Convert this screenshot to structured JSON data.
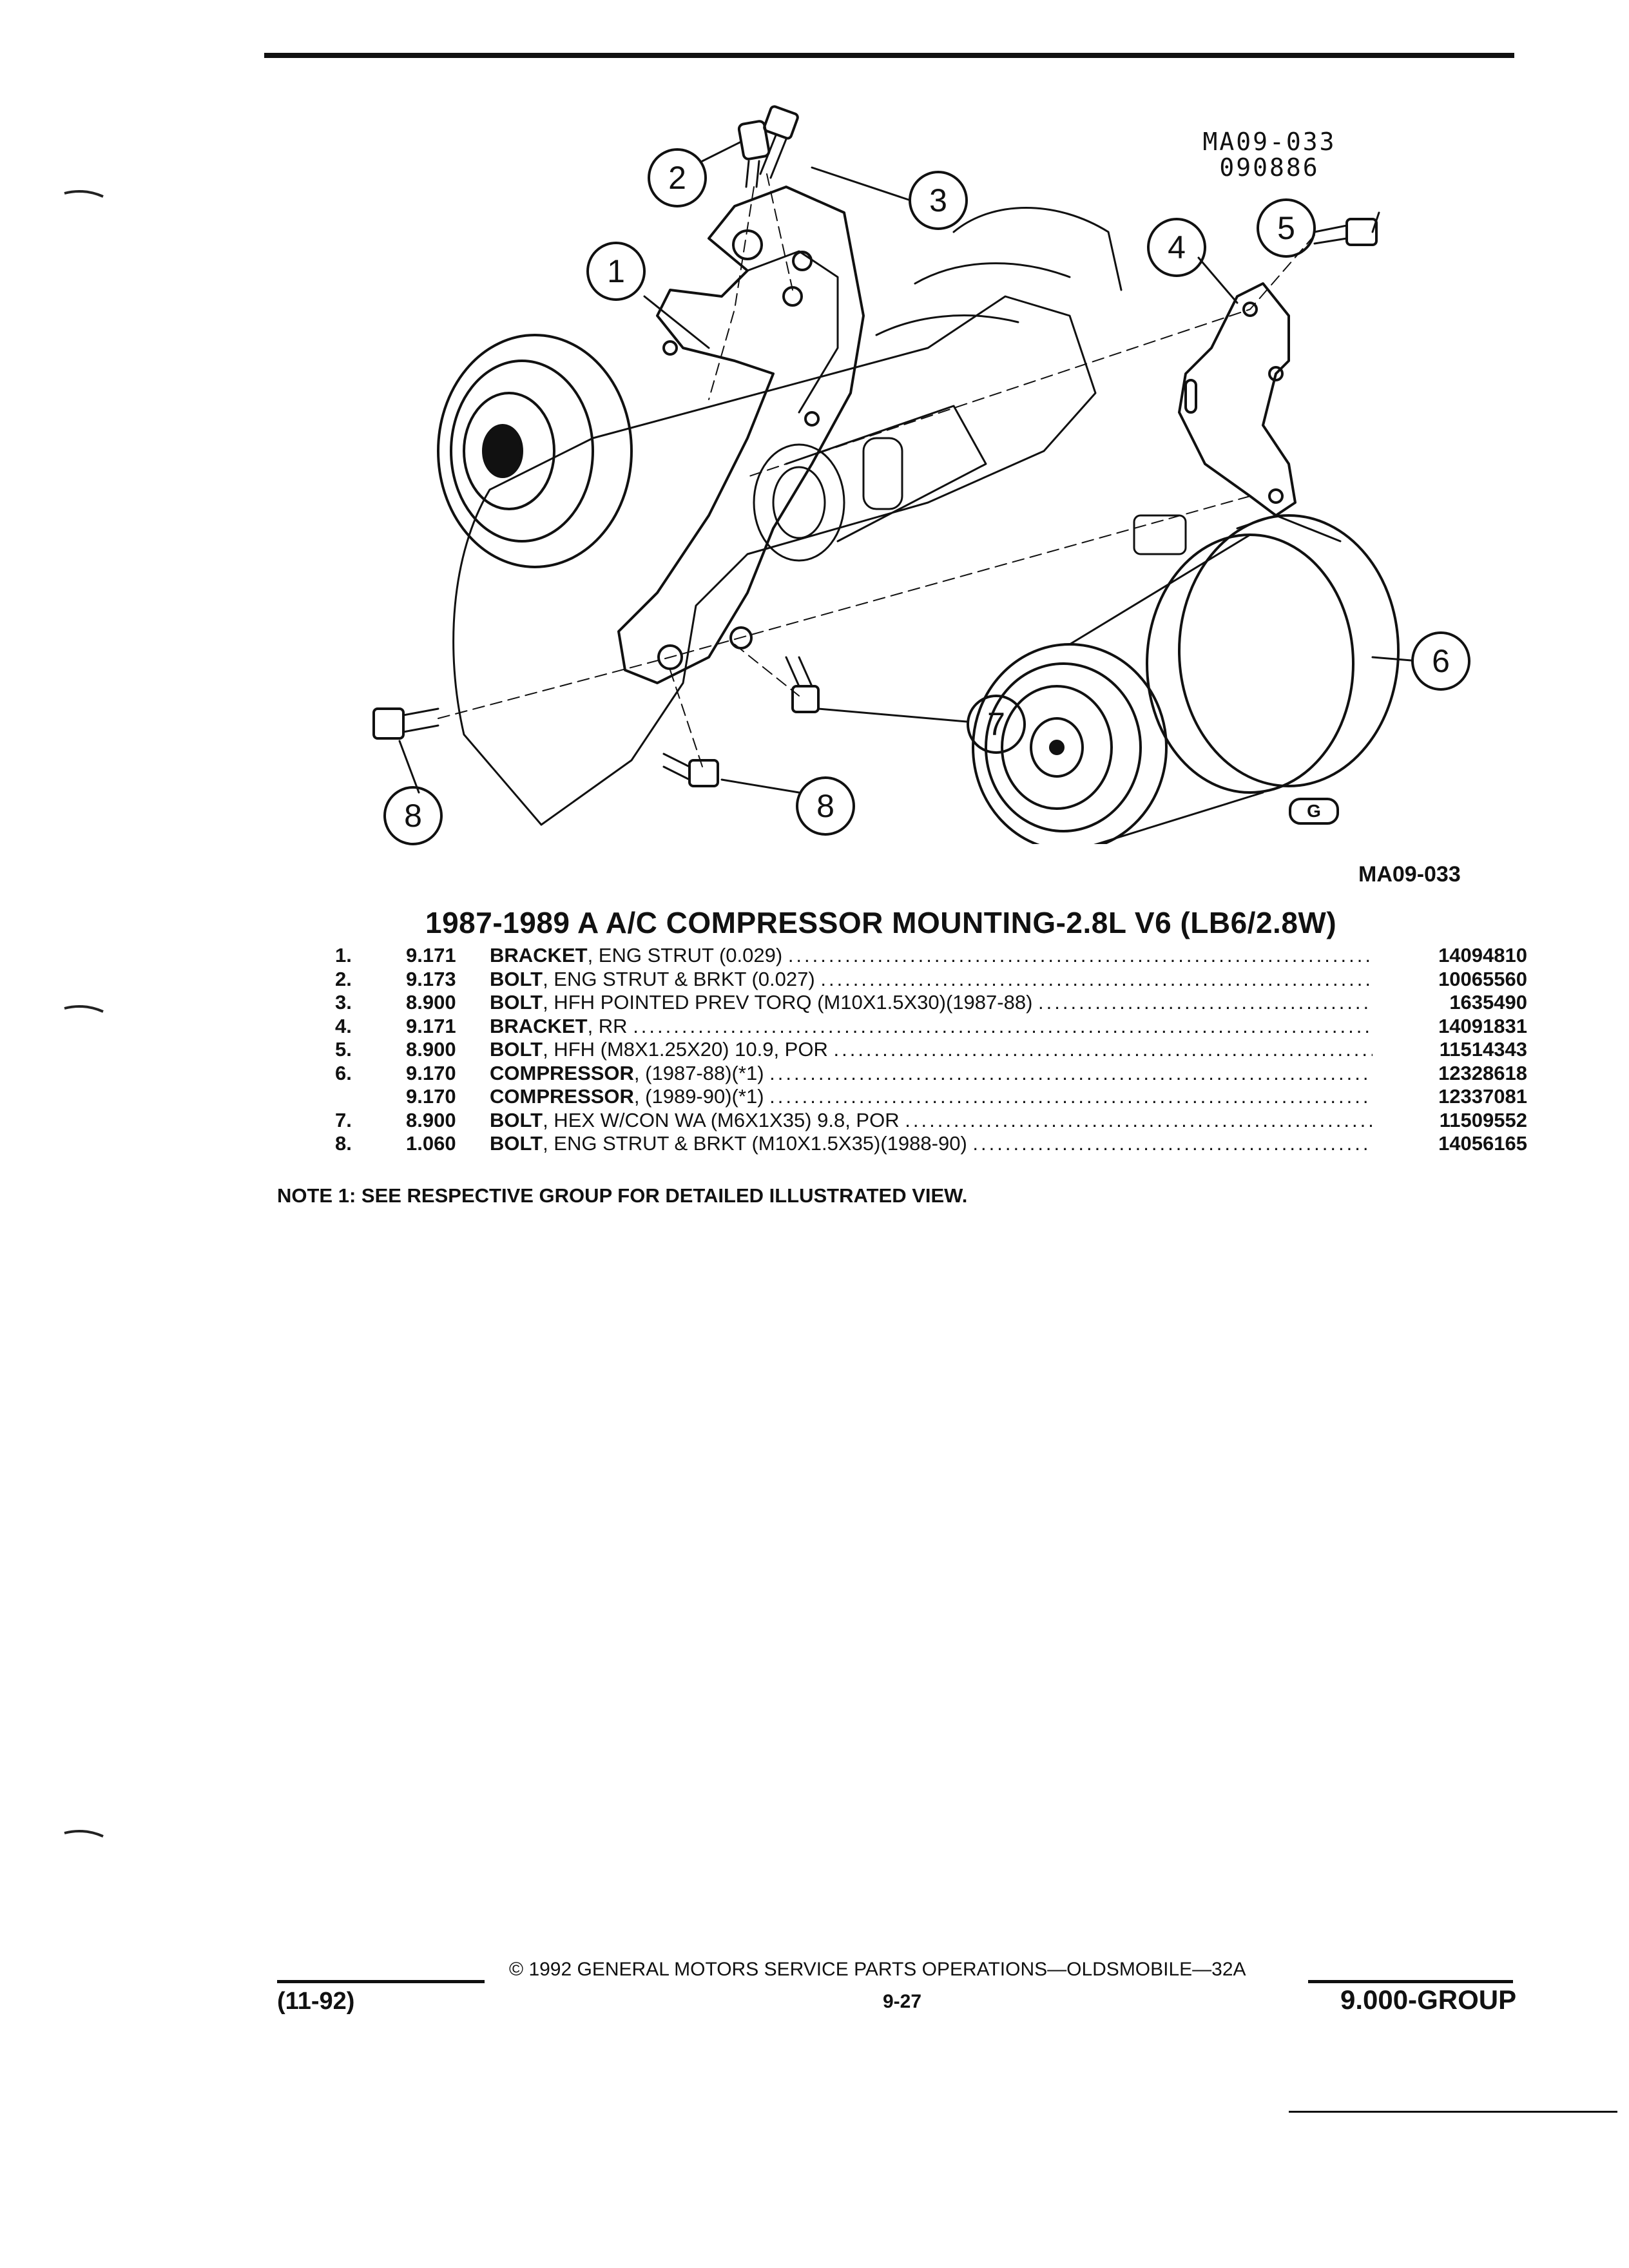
{
  "diagram": {
    "code_line1": "MA09-033",
    "code_line2": "090886",
    "bottom_code": "MA09-033",
    "gm_logo_text": "G",
    "callouts": [
      "1",
      "2",
      "3",
      "4",
      "5",
      "6",
      "7",
      "8",
      "8"
    ]
  },
  "title": "1987-1989 A A/C COMPRESSOR MOUNTING-2.8L V6 (LB6/2.8W)",
  "parts": [
    {
      "num": "1.",
      "code": "9.171",
      "name": "BRACKET",
      "detail": ", ENG STRUT (0.029)",
      "part_number": "14094810"
    },
    {
      "num": "2.",
      "code": "9.173",
      "name": "BOLT",
      "detail": ", ENG STRUT & BRKT (0.027)",
      "part_number": "10065560"
    },
    {
      "num": "3.",
      "code": "8.900",
      "name": "BOLT",
      "detail": ", HFH POINTED PREV TORQ (M10X1.5X30)(1987-88)",
      "part_number": "1635490"
    },
    {
      "num": "4.",
      "code": "9.171",
      "name": "BRACKET",
      "detail": ", RR",
      "part_number": "14091831"
    },
    {
      "num": "5.",
      "code": "8.900",
      "name": "BOLT",
      "detail": ", HFH (M8X1.25X20) 10.9, POR",
      "part_number": "11514343"
    },
    {
      "num": "6.",
      "code": "9.170",
      "name": "COMPRESSOR",
      "detail": ", (1987-88)(*1)",
      "part_number": "12328618"
    },
    {
      "num": "",
      "code": "9.170",
      "name": "COMPRESSOR",
      "detail": ", (1989-90)(*1)",
      "part_number": "12337081"
    },
    {
      "num": "7.",
      "code": "8.900",
      "name": "BOLT",
      "detail": ", HEX W/CON WA (M6X1X35) 9.8, POR",
      "part_number": "11509552"
    },
    {
      "num": "8.",
      "code": "1.060",
      "name": "BOLT",
      "detail": ", ENG STRUT & BRKT (M10X1.5X35)(1988-90)",
      "part_number": "14056165"
    }
  ],
  "note": "NOTE  1:  SEE RESPECTIVE GROUP FOR DETAILED ILLUSTRATED VIEW.",
  "footer": {
    "copyright": "©  1992  GENERAL MOTORS SERVICE PARTS OPERATIONS—OLDSMOBILE—32A",
    "date": "(11-92)",
    "page": "9-27",
    "group": "9.000-GROUP"
  }
}
